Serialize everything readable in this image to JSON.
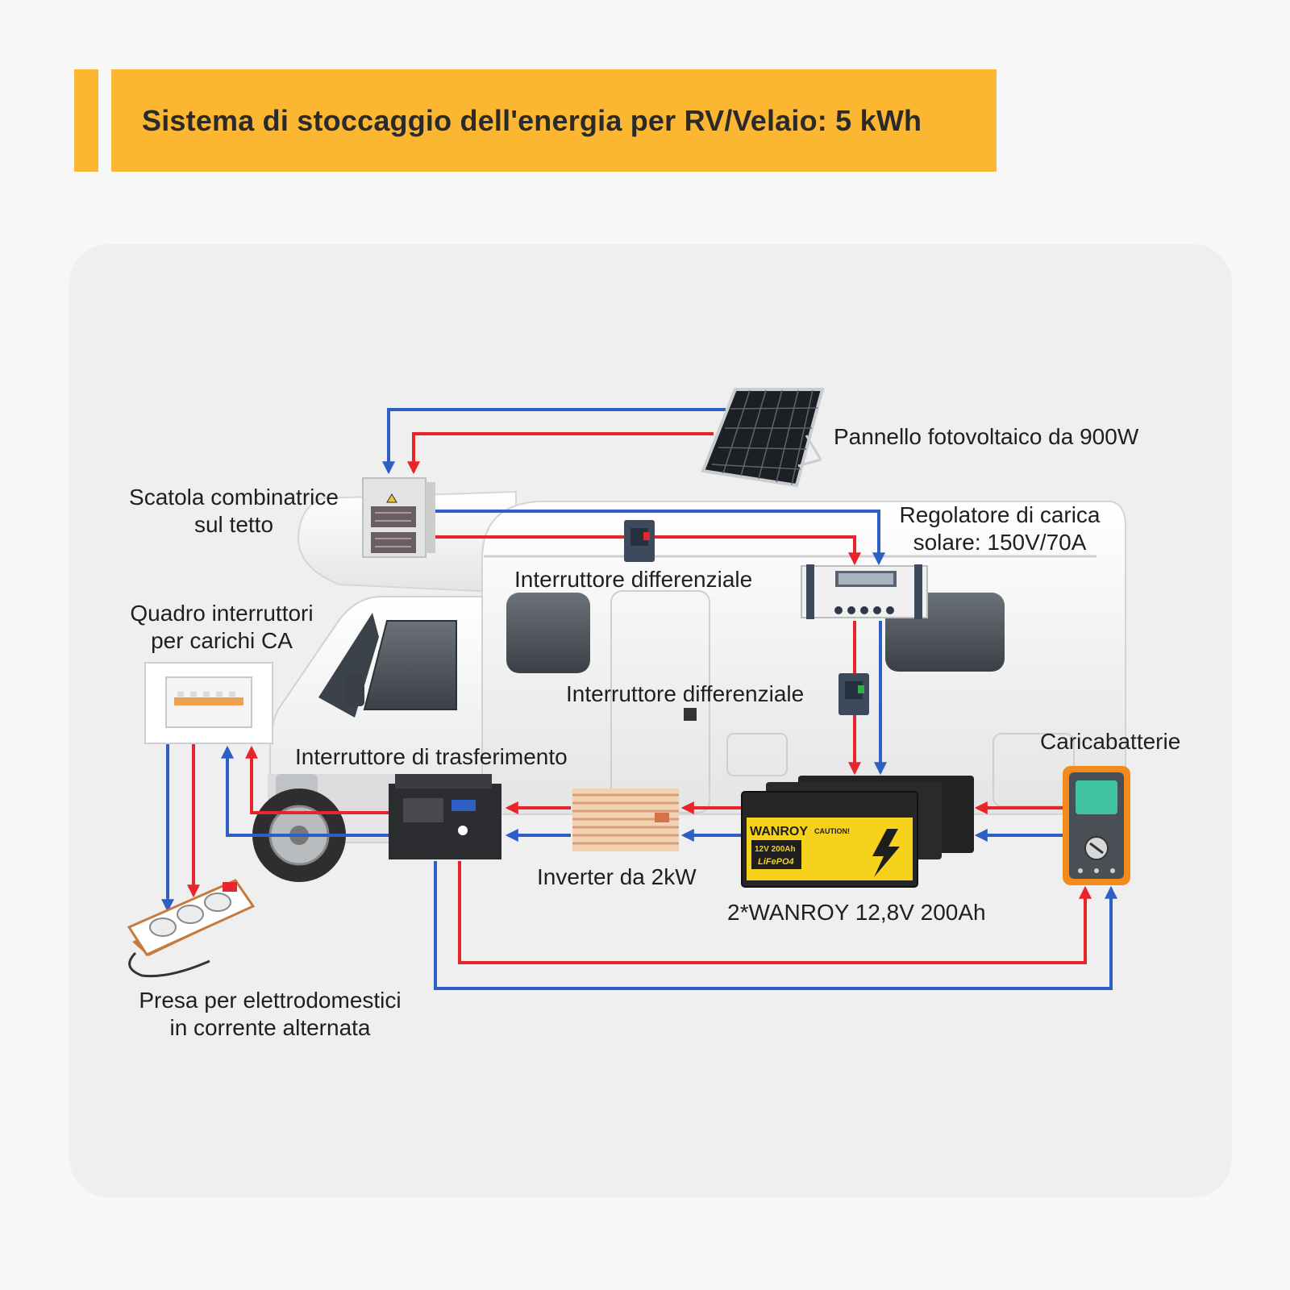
{
  "title": "Sistema di stoccaggio dell'energia per RV/Velaio: 5 kWh",
  "labels": {
    "solar_panel": "Pannello fotovoltaico da 900W",
    "combiner_line1": "Scatola combinatrice",
    "combiner_line2": "sul tetto",
    "controller_line1": "Regolatore di carica",
    "controller_line2": "solare: 150V/70A",
    "breaker_top": "Interruttore differenziale",
    "breaker_mid": "Interruttore differenziale",
    "ac_panel_line1": "Quadro interruttori",
    "ac_panel_line2": "per carichi CA",
    "transfer_switch": "Interruttore di trasferimento",
    "inverter": "Inverter da 2kW",
    "battery": "2*WANROY 12,8V 200Ah",
    "charger": "Caricabatterie",
    "outlet_line1": "Presa per elettrodomestici",
    "outlet_line2": "in corrente alternata"
  },
  "battery_print": {
    "brand": "WANROY",
    "caution": "CAUTION!",
    "spec": "12V 200Ah",
    "chemistry": "LiFePO4"
  },
  "colors": {
    "accent": "#fbb731",
    "positive_wire": "#e8252b",
    "negative_wire": "#2d5fc4"
  }
}
